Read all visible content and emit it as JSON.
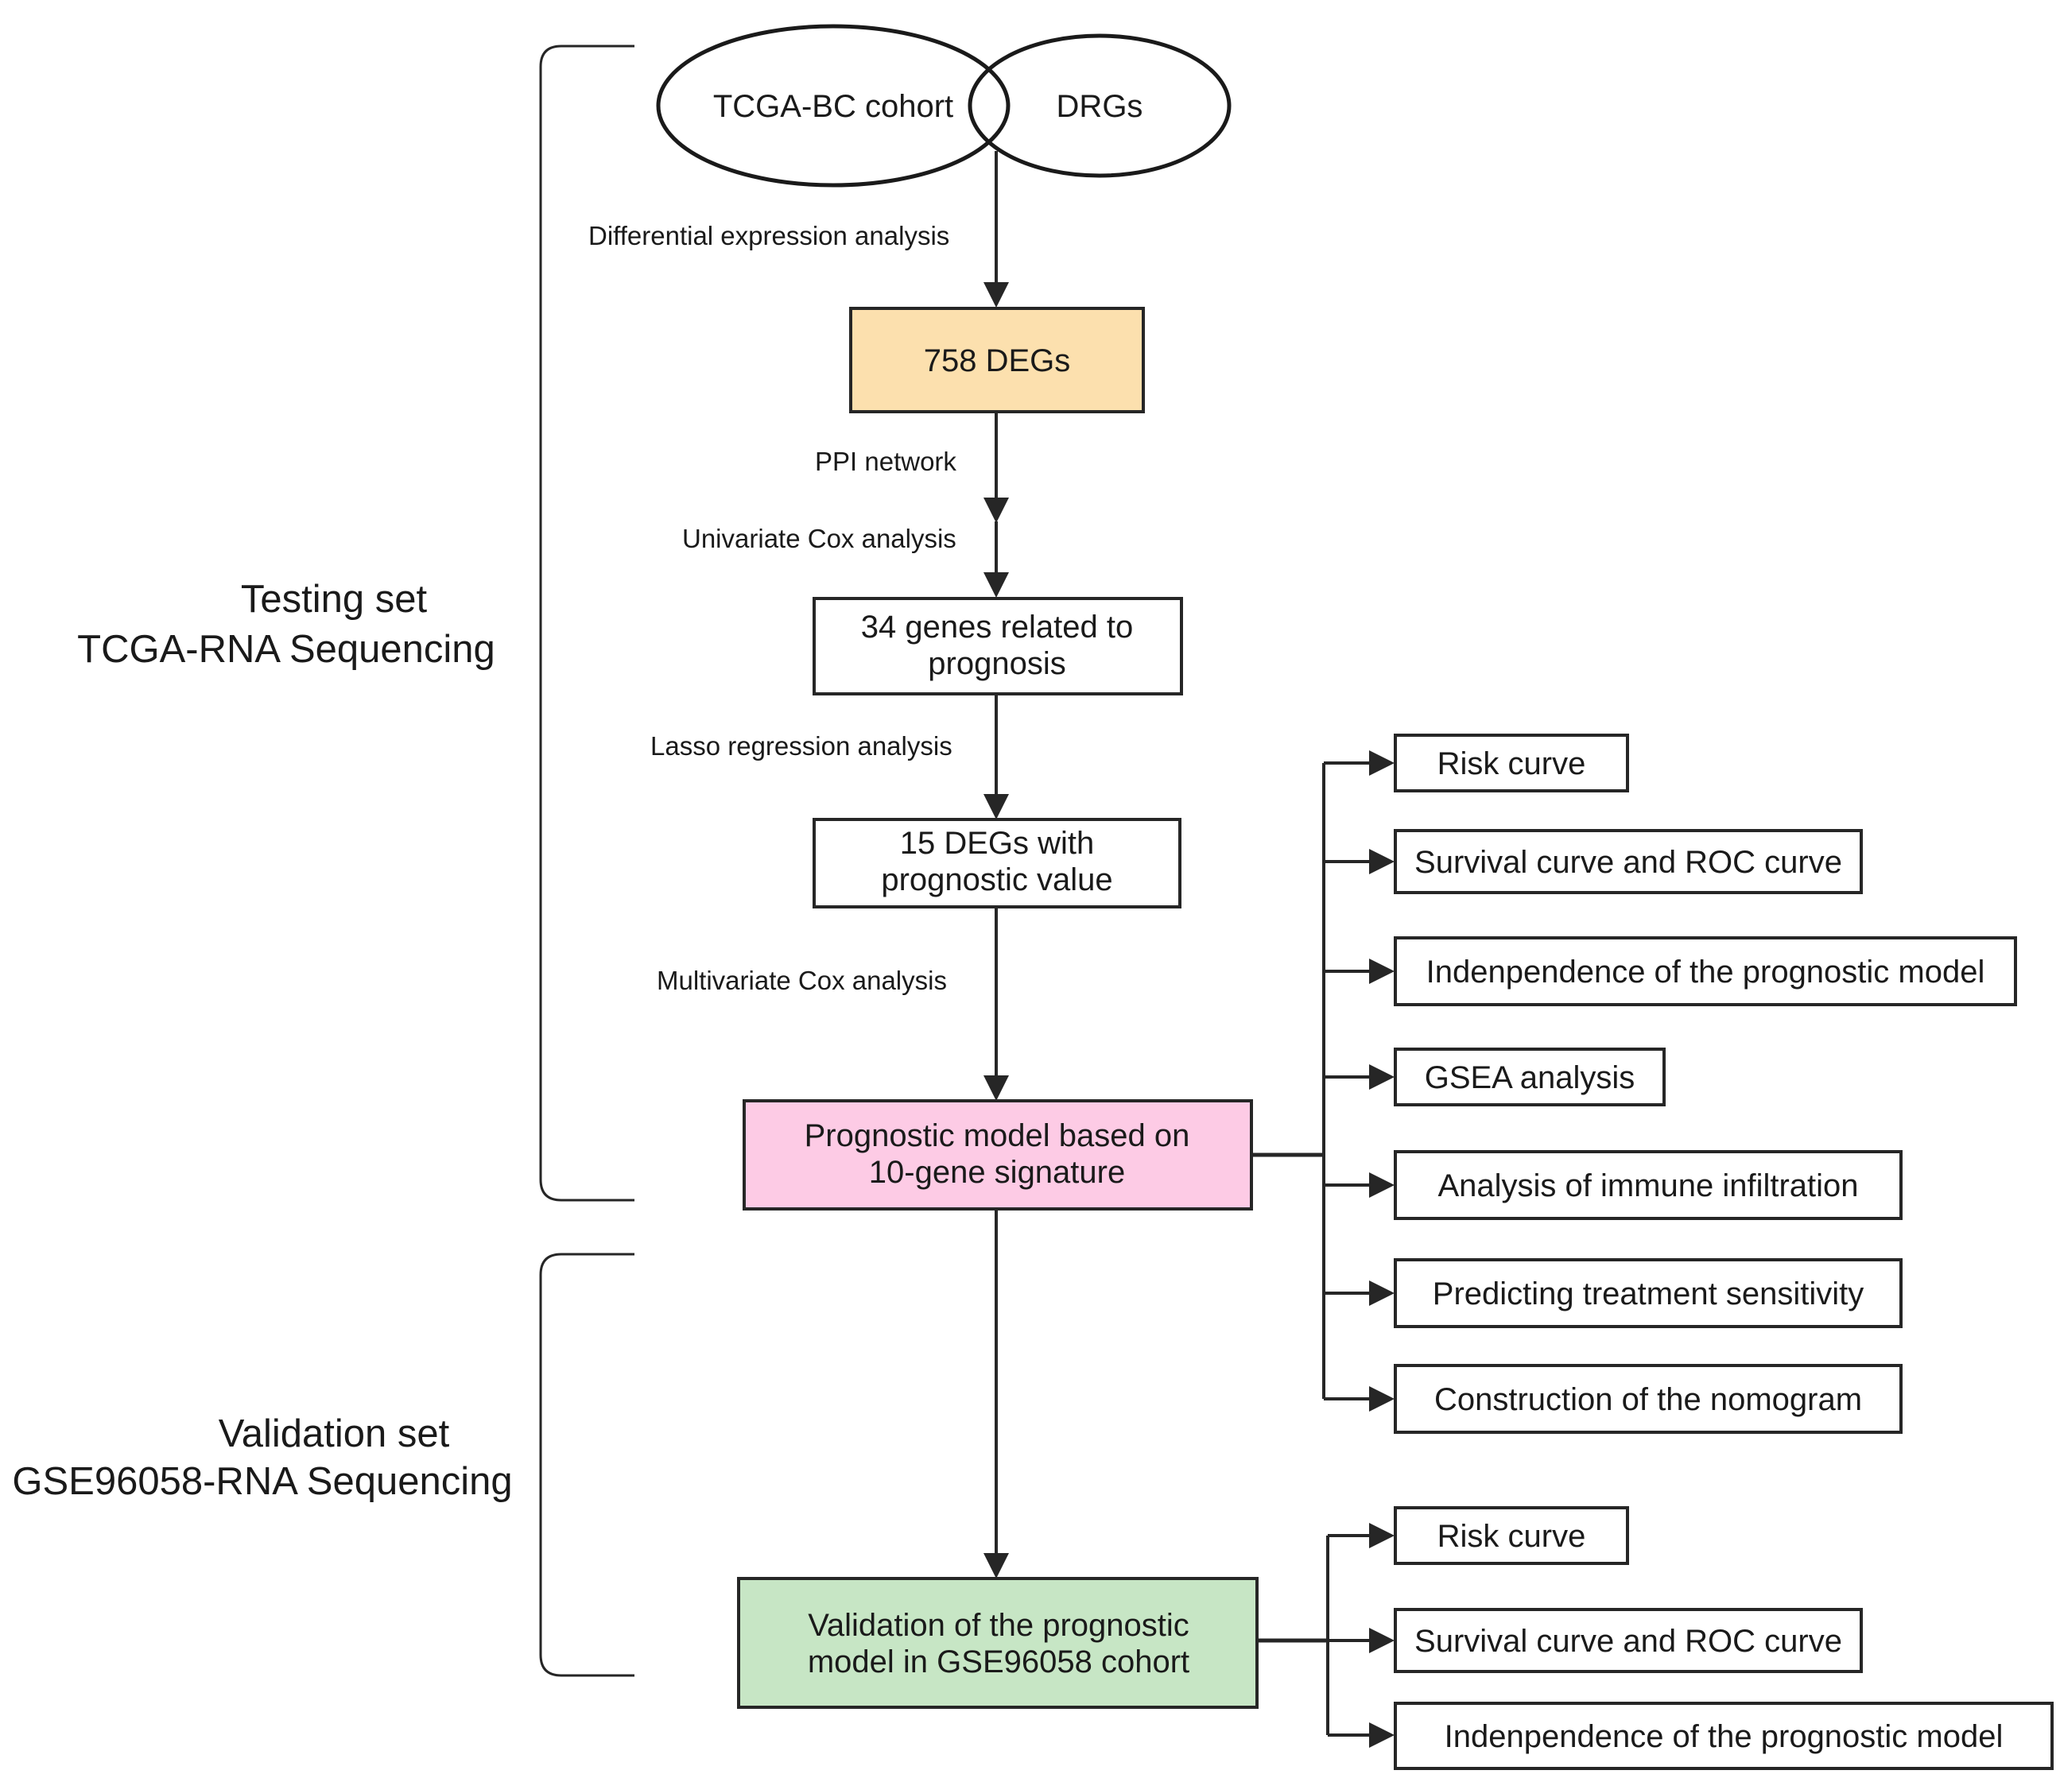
{
  "sets": {
    "testing": {
      "line1": "Testing set",
      "line2": "TCGA-RNA Sequencing"
    },
    "validation": {
      "line1": "Validation set",
      "line2": "GSE96058-RNA Sequencing"
    }
  },
  "inputs": {
    "cohort": "TCGA-BC cohort",
    "drgs": "DRGs"
  },
  "steps": {
    "differential": "Differential expression analysis",
    "ppi": "PPI network",
    "univariate": "Univariate Cox analysis",
    "lasso": "Lasso regression analysis",
    "multivariate": "Multivariate Cox analysis"
  },
  "nodes": {
    "degs": "758 DEGs",
    "genes34": {
      "line1": "34 genes related to",
      "line2": "prognosis"
    },
    "degs15": {
      "line1": "15 DEGs with",
      "line2": "prognostic value"
    },
    "model": {
      "line1": "Prognostic model based on",
      "line2": "10-gene signature"
    },
    "validation": {
      "line1": "Validation of the prognostic",
      "line2": "model in GSE96058 cohort"
    }
  },
  "model_outputs": [
    "Risk curve",
    "Survival curve and ROC curve",
    "Indenpendence of the prognostic model",
    "GSEA analysis",
    "Analysis of immune infiltration",
    "Predicting treatment sensitivity",
    "Construction of the nomogram"
  ],
  "validation_outputs": [
    "Risk curve",
    "Survival curve and ROC curve",
    "Indenpendence of the prognostic model"
  ],
  "colors": {
    "degs_fill": "#fce0ae",
    "model_fill": "#fdcbe5",
    "validation_fill": "#c7e6c5",
    "stroke": "#262626"
  }
}
